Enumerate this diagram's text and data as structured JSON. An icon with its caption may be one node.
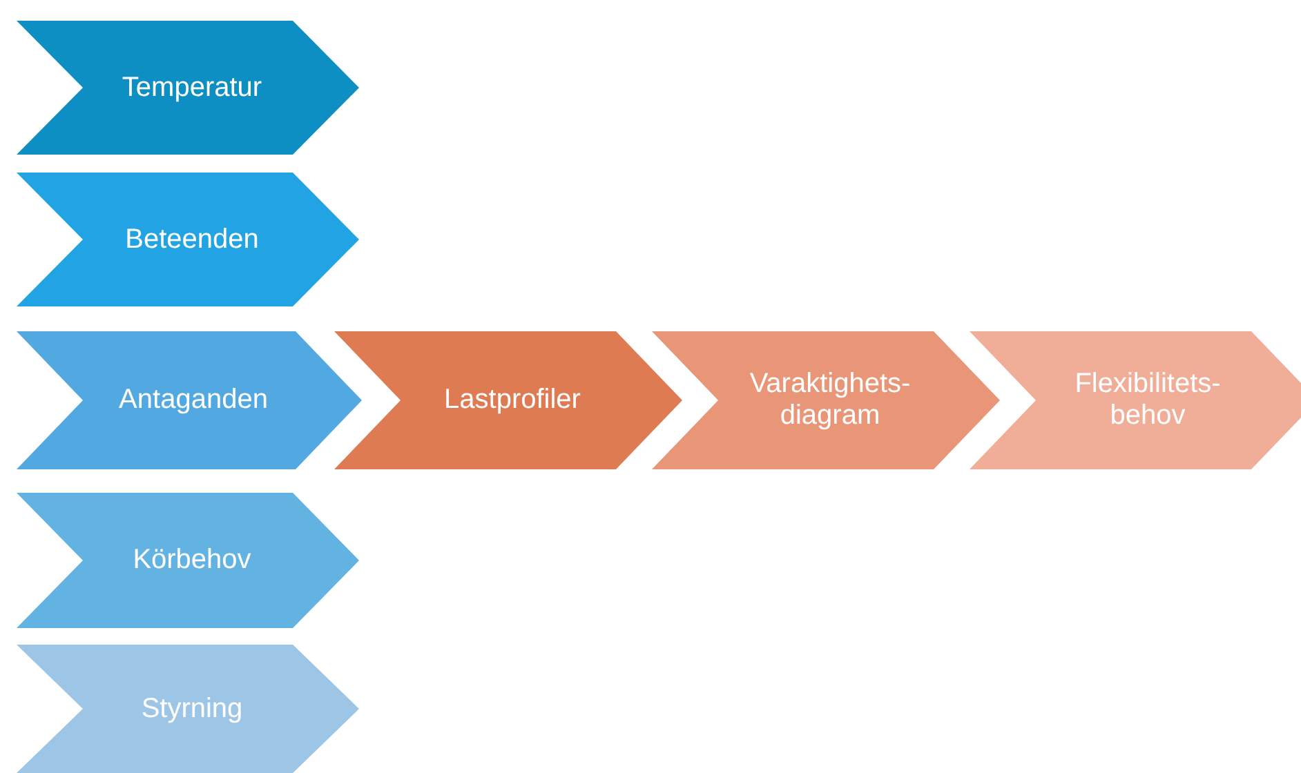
{
  "diagram": {
    "nodes": [
      {
        "text": [
          "Temperatur"
        ]
      },
      {
        "text": [
          "Beteenden"
        ]
      },
      {
        "text": [
          "Antaganden"
        ]
      },
      {
        "text": [
          "Körbehov"
        ]
      },
      {
        "text": [
          "Styrning"
        ]
      },
      {
        "text": [
          "Lastprofiler"
        ]
      },
      {
        "text": [
          "Varaktighets- diagram"
        ]
      },
      {
        "text": [
          "Flexibilitets- behov"
        ]
      }
    ]
  }
}
